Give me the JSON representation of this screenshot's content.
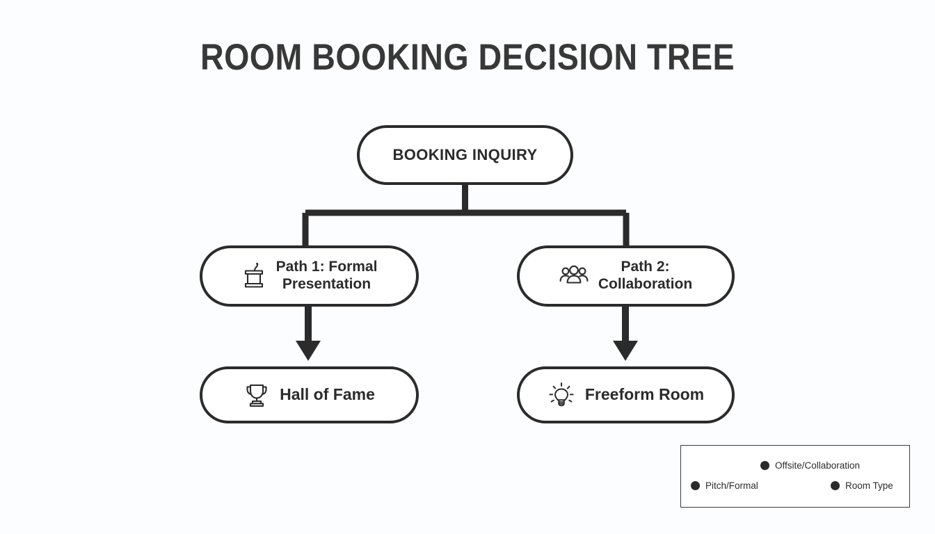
{
  "page": {
    "title": "ROOM BOOKING DECISION TREE",
    "background_color": "#fcfdfe",
    "ink_color": "#2b2b2b"
  },
  "tree": {
    "root": {
      "label": "BOOKING INQUIRY",
      "icon": "none"
    },
    "branches": [
      {
        "label": "Path 1: Formal Presentation",
        "label_line1": "Path 1: Formal",
        "label_line2": "Presentation",
        "icon": "lectern-icon",
        "child": {
          "label": "Hall of Fame",
          "icon": "trophy-icon"
        }
      },
      {
        "label": "Path 2: Collaboration",
        "label_line1": "Path 2:",
        "label_line2": "Collaboration",
        "icon": "people-group-icon",
        "child": {
          "label": "Freeform Room",
          "icon": "lightbulb-icon"
        }
      }
    ]
  },
  "legend": {
    "items": [
      {
        "label": "Offsite/Collaboration",
        "color": "#2b2b2b"
      },
      {
        "label": "Pitch/Formal",
        "color": "#2b2b2b"
      },
      {
        "label": "Room Type",
        "color": "#2b2b2b"
      }
    ]
  }
}
